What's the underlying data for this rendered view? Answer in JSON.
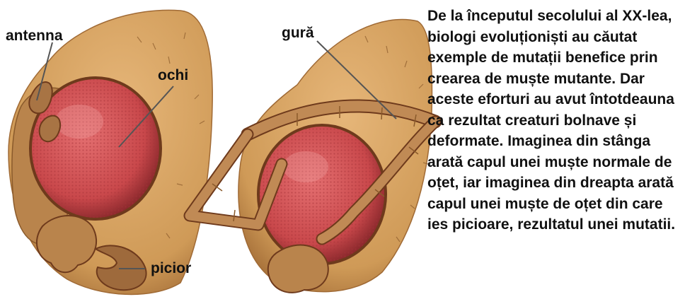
{
  "labels": {
    "antenna": "antenna",
    "eye": "ochi",
    "mouth": "gură",
    "leg": "picior"
  },
  "caption": "De la începutul secolului al XX-lea, biologi evoluționiști au căutat exemple de mutații benefice prin crearea de muște mutante. Dar aceste eforturi au avut întotdeauna ca rezultat creaturi bolnave și deformate. Imaginea din stânga arată capul unei muște normale de oțet, iar imaginea din dreapta arată capul unei muște de oțet din care ies picioare, rezultatul unei mutatii.",
  "colors": {
    "head": "#cf9a57",
    "head_dark": "#8a5a2b",
    "eye": "#c9484b",
    "eye_dark": "#7e2226",
    "appendage": "#c08a55",
    "leader_line": "#555555"
  }
}
